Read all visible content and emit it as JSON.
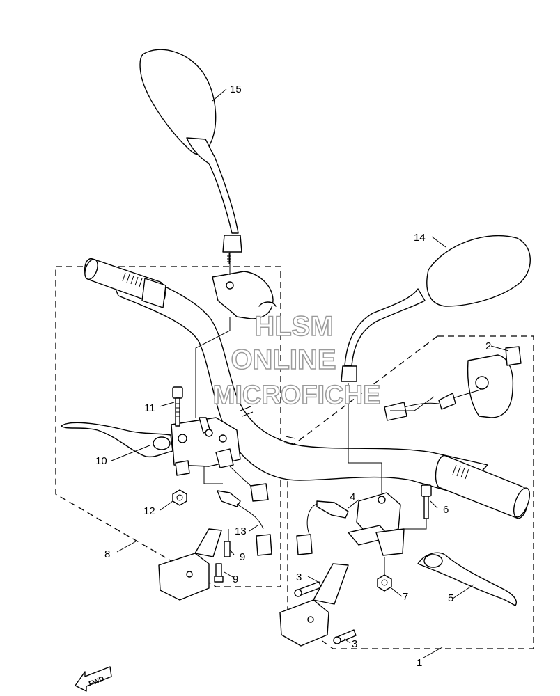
{
  "watermark": {
    "line1": "HLSM",
    "line2": "ONLINE",
    "line3": "MICROFICHE"
  },
  "direction_marker": "FWD",
  "callouts": [
    {
      "id": "c1",
      "label": "1"
    },
    {
      "id": "c2",
      "label": "2"
    },
    {
      "id": "c3a",
      "label": "3"
    },
    {
      "id": "c3b",
      "label": "3"
    },
    {
      "id": "c4",
      "label": "4"
    },
    {
      "id": "c5",
      "label": "5"
    },
    {
      "id": "c6",
      "label": "6"
    },
    {
      "id": "c7",
      "label": "7"
    },
    {
      "id": "c8",
      "label": "8"
    },
    {
      "id": "c9a",
      "label": "9"
    },
    {
      "id": "c9b",
      "label": "9"
    },
    {
      "id": "c10",
      "label": "10"
    },
    {
      "id": "c11",
      "label": "11"
    },
    {
      "id": "c12",
      "label": "12"
    },
    {
      "id": "c13",
      "label": "13"
    },
    {
      "id": "c14",
      "label": "14"
    },
    {
      "id": "c15",
      "label": "15"
    }
  ]
}
